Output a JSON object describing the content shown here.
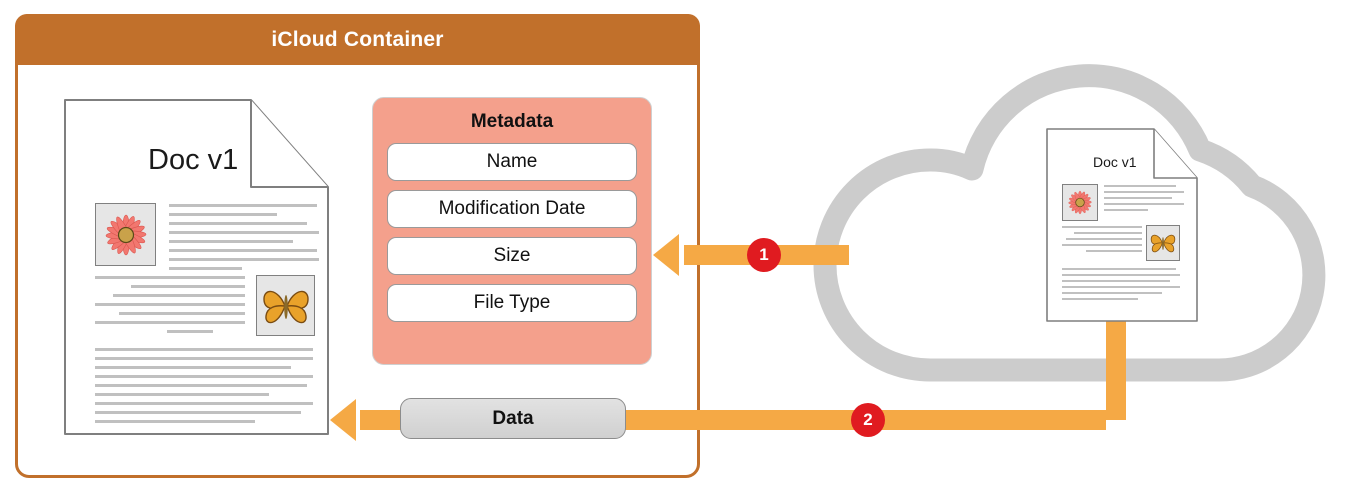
{
  "container": {
    "title": "iCloud Container",
    "header_color": "#C1702B",
    "border_color": "#C1702B"
  },
  "local_document": {
    "title": "Doc v1",
    "images": [
      "flower-image",
      "butterfly-image"
    ]
  },
  "cloud_document": {
    "title": "Doc v1",
    "images": [
      "flower-image",
      "butterfly-image"
    ]
  },
  "metadata": {
    "title": "Metadata",
    "panel_color": "#F4A08C",
    "items": [
      {
        "label": "Name"
      },
      {
        "label": "Modification Date"
      },
      {
        "label": "Size"
      },
      {
        "label": "File Type"
      }
    ]
  },
  "flows": [
    {
      "number": "1",
      "target": "metadata",
      "color": "#F5A945",
      "badge_color": "#E01B20"
    },
    {
      "number": "2",
      "target": "document",
      "color": "#F5A945",
      "badge_color": "#E01B20"
    }
  ],
  "data_pill": {
    "label": "Data",
    "fill_color": "#D9D9D9"
  },
  "cloud": {
    "name": "icloud-cloud-shape",
    "stroke_color": "#CCCCCC"
  }
}
